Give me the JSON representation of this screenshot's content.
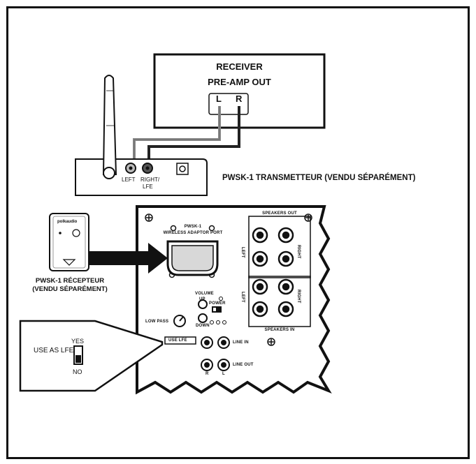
{
  "receiver": {
    "title": "RECEIVER",
    "subtitle": "PRE-AMP OUT",
    "left": "L",
    "right": "R"
  },
  "transmitter": {
    "caption": "PWSK-1 TRANSMETTEUR (VENDU SÉPARÉMENT)",
    "left_label": "LEFT",
    "right_label": "RIGHT/",
    "lfe_label": "LFE"
  },
  "receiver_module": {
    "caption_line1": "PWSK-1 RÉCEPTEUR",
    "caption_line2": "(VENDU SÉPARÉMENT)",
    "brand": "polkaudio"
  },
  "sub_panel": {
    "wireless_line1": "PWSK-1",
    "wireless_line2": "WIRELESS ADAPTOR PORT",
    "speakers_out": "SPEAKERS OUT",
    "speakers_in": "SPEAKERS IN",
    "left": "LEFT",
    "right": "RIGHT",
    "volume_line1": "VOLUME",
    "up": "UP",
    "down": "DOWN",
    "power": "POWER",
    "low_pass": "LOW PASS",
    "line_in": "LINE IN",
    "line_out": "LINE OUT",
    "use_lfe": "USE LFE",
    "r": "R",
    "l": "L"
  },
  "callout": {
    "label": "USE AS LFE",
    "yes": "YES",
    "no": "NO"
  },
  "colors": {
    "ink": "#111111",
    "wire_gray": "#8a8a8a",
    "panel_fill": "#e8e8e8"
  }
}
